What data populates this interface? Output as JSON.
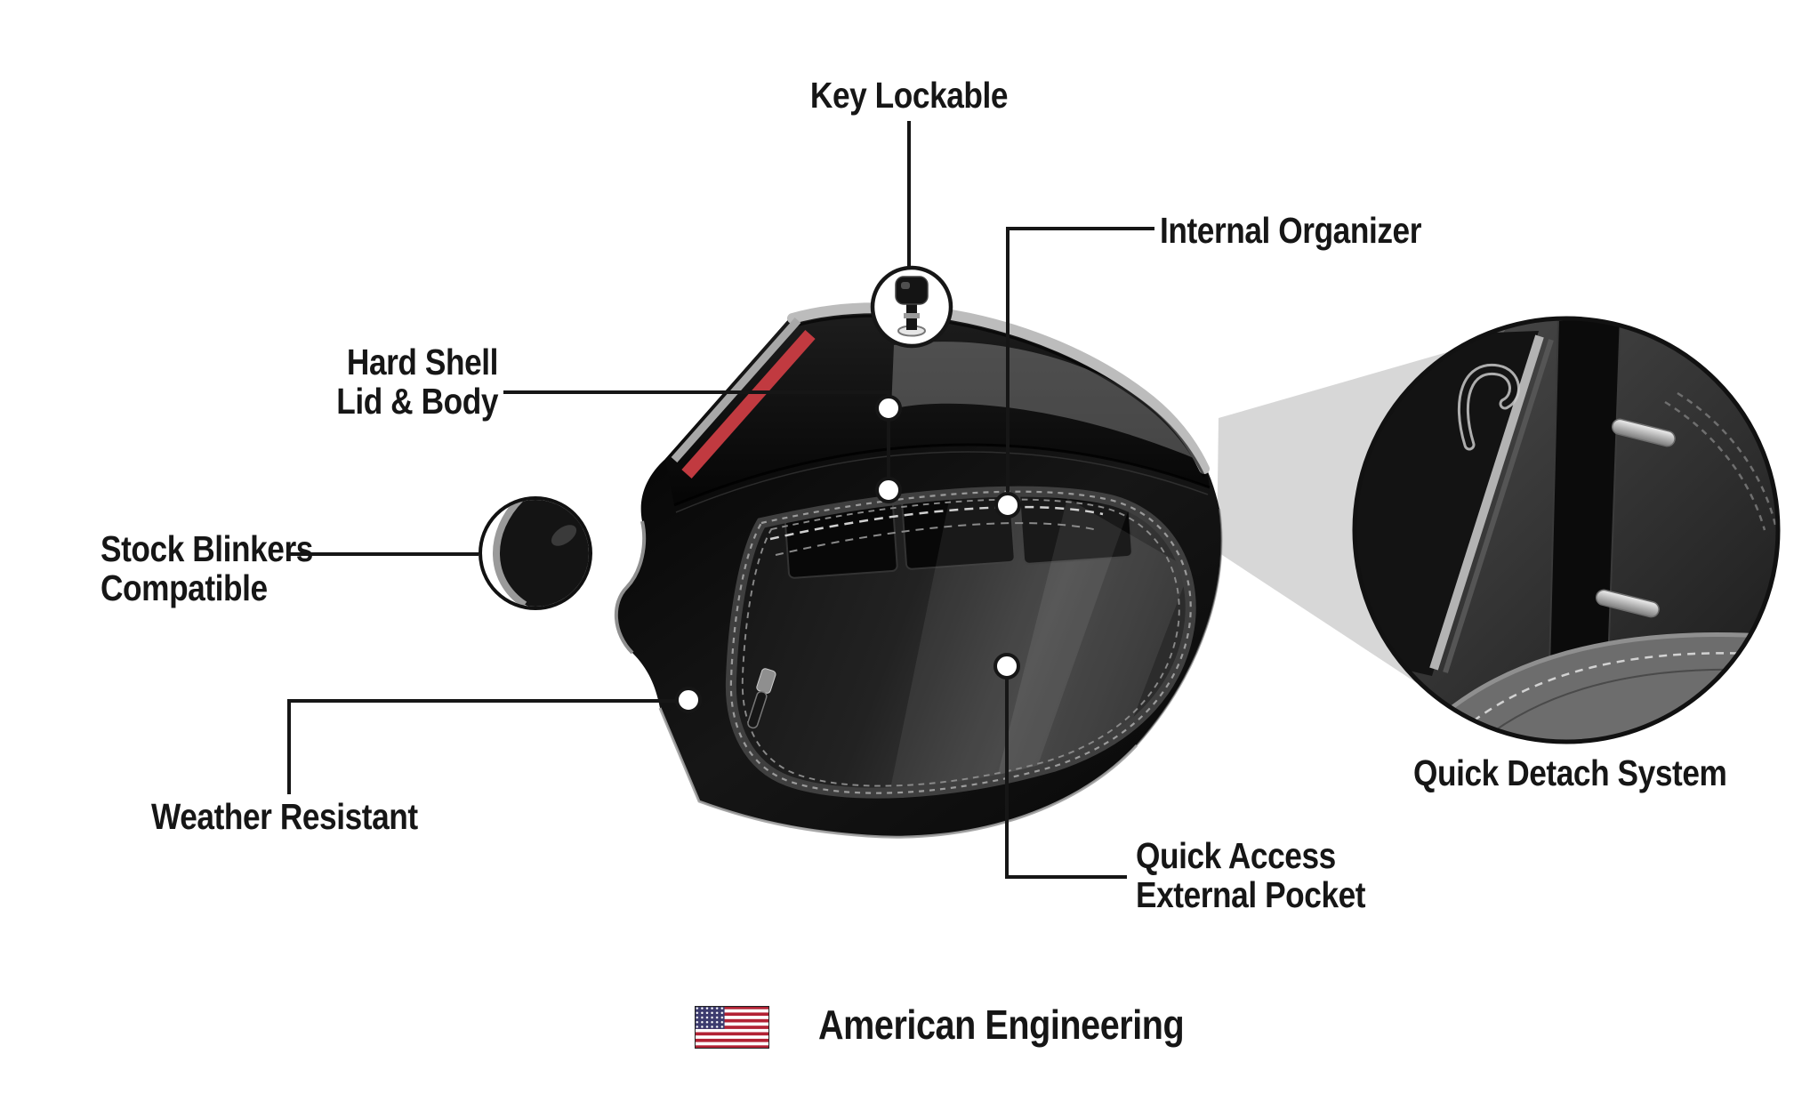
{
  "labels": {
    "key_lockable": "Key Lockable",
    "internal_organizer": "Internal Organizer",
    "hard_shell": [
      "Hard Shell",
      "Lid & Body"
    ],
    "stock_blinkers": [
      "Stock Blinkers",
      "Compatible"
    ],
    "weather_resistant": "Weather Resistant",
    "quick_access": [
      "Quick Access",
      "External Pocket"
    ],
    "quick_detach": "Quick Detach System",
    "american_engineering": "American Engineering"
  },
  "icons": {
    "key_lock": "key-icon",
    "us_flag": "us-flag-icon",
    "callout_markers": "circle-marker-icon"
  },
  "colors": {
    "text": "#161616",
    "callout_line": "#161616",
    "bag_black": "#0d0d0d",
    "trim_silver": "#bcbcbc",
    "accent_red": "#c13a40",
    "cone_gray": "#d7d7d7",
    "flag_red": "#B22234",
    "flag_blue": "#3C3B6E"
  }
}
